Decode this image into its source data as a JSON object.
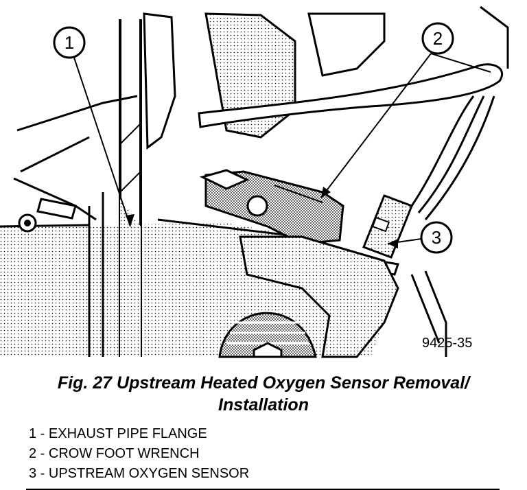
{
  "figure": {
    "callouts": [
      "1",
      "2",
      "3"
    ],
    "figure_code": "9425-35"
  },
  "caption": {
    "line1": "Fig. 27 Upstream Heated Oxygen Sensor Removal/",
    "line2": "Installation"
  },
  "legend": [
    {
      "text": "1 - EXHAUST PIPE FLANGE"
    },
    {
      "text": "2 - CROW FOOT WRENCH"
    },
    {
      "text": "3 - UPSTREAM OXYGEN SENSOR"
    }
  ]
}
